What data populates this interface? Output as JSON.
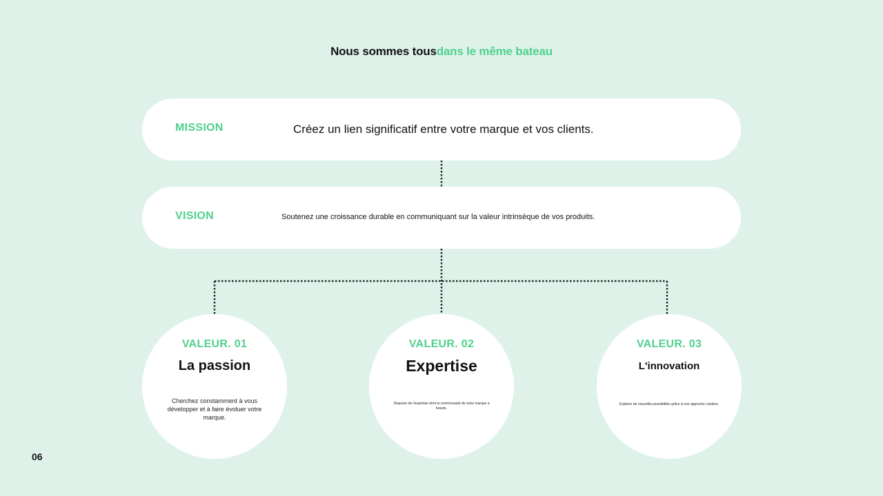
{
  "title": {
    "part1": "Nous sommes tous",
    "part2": "dans le même bateau"
  },
  "mission": {
    "label": "MISSION",
    "text": "Créez un lien significatif entre votre marque et vos clients."
  },
  "vision": {
    "label": "VISION",
    "text": "Soutenez une croissance durable en communiquant sur la valeur intrinsèque de vos produits."
  },
  "values": [
    {
      "label": "VALEUR. 01",
      "title": "La passion",
      "description": "Cherchez constamment à vous développer et à faire évoluer votre marque."
    },
    {
      "label": "VALEUR. 02",
      "title": "Expertise",
      "description": "Disposer de l'expertise dont la communauté de votre marque a besoin."
    },
    {
      "label": "VALEUR. 03",
      "title": "L'innovation",
      "description": "Explorer de nouvelles possibilités grâce à une approche créative."
    }
  ],
  "page_number": "06",
  "colors": {
    "background": "#dff2ea",
    "accent": "#4fd18b",
    "card": "#ffffff",
    "connector": "#1a2a24"
  }
}
